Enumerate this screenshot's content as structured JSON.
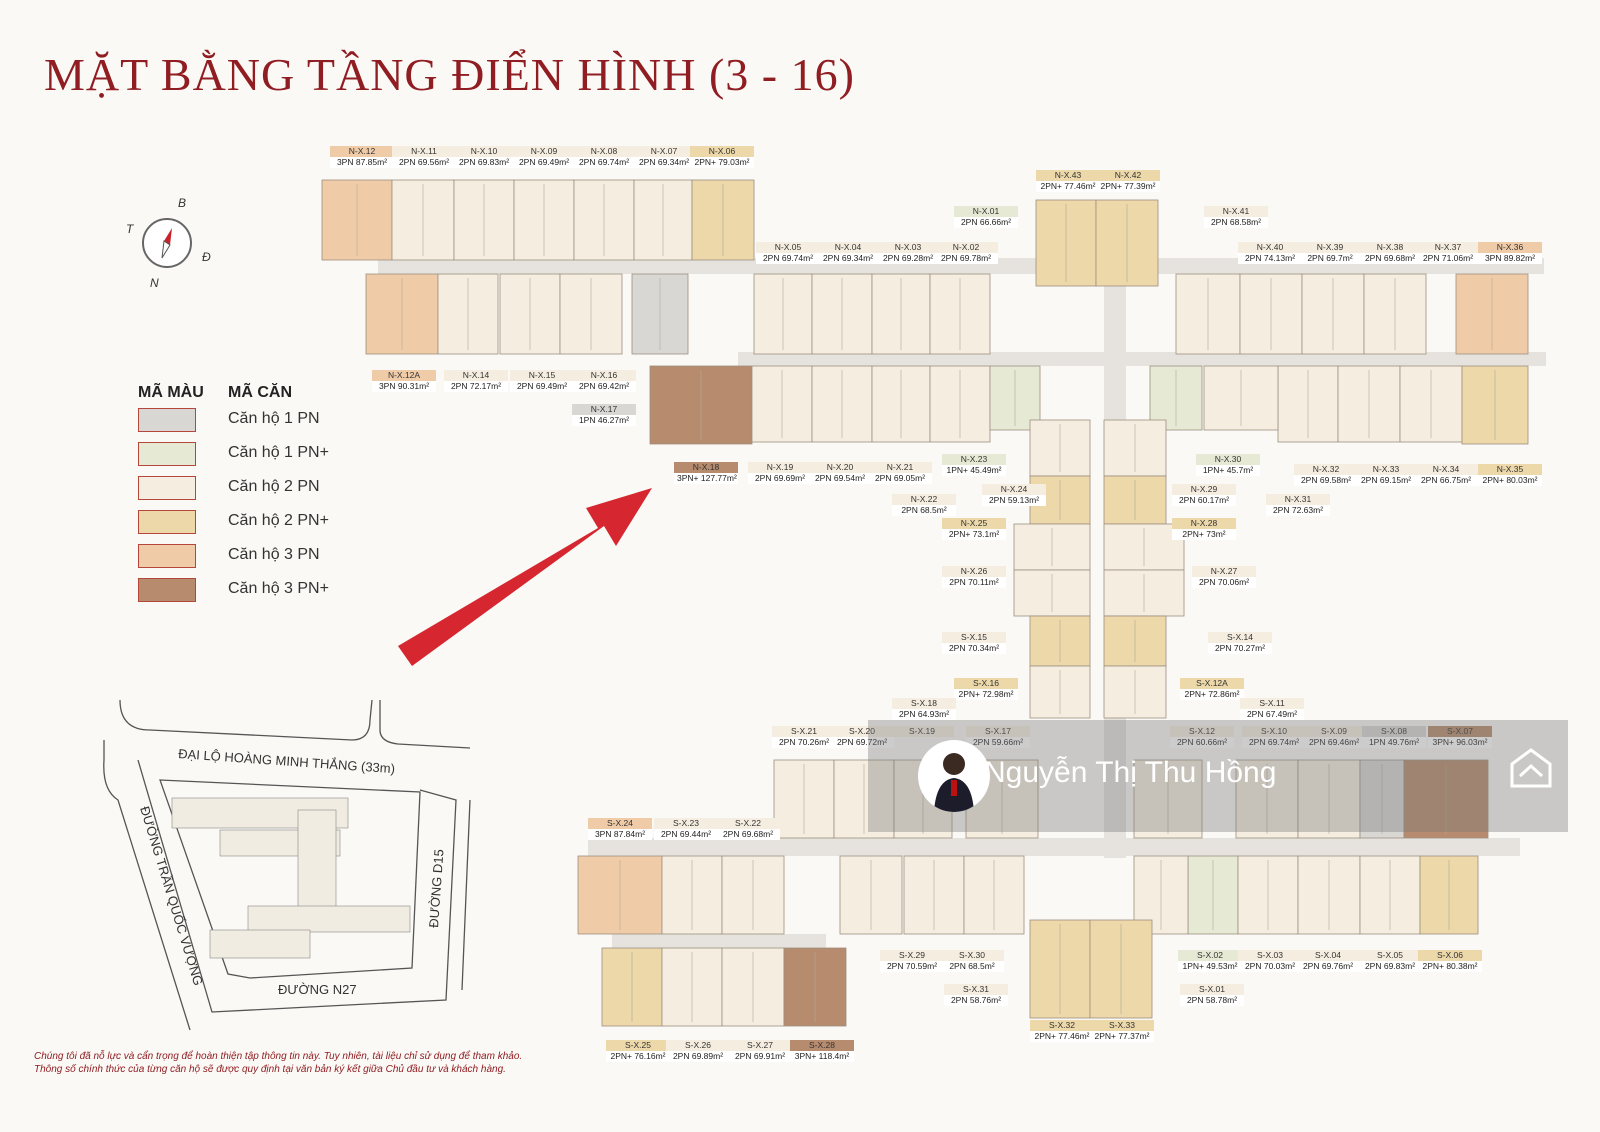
{
  "title": "MẶT BẰNG TẦNG ĐIỂN HÌNH (3 - 16)",
  "compass": {
    "n_top": "B",
    "west": "T",
    "east": "Đ",
    "south": "N"
  },
  "legend": {
    "header_color": "MÃ MÀU",
    "header_code": "MÃ CĂN",
    "items": [
      {
        "label": "Căn hộ 1 PN",
        "color": "#d9d7d4"
      },
      {
        "label": "Căn hộ 1 PN+",
        "color": "#e6ead4"
      },
      {
        "label": "Căn hộ 2 PN",
        "color": "#f5ede0"
      },
      {
        "label": "Căn hộ 2 PN+",
        "color": "#ecd8a9"
      },
      {
        "label": "Căn hộ 3 PN",
        "color": "#f0cba7"
      },
      {
        "label": "Căn hộ 3 PN+",
        "color": "#b78b6d"
      }
    ]
  },
  "site_map": {
    "road_top": "ĐẠI LỘ HOÀNG MINH THẮNG (33m)",
    "road_left": "ĐƯỜNG TRẦN QUỐC VƯỢNG",
    "road_right": "ĐƯỜNG D15",
    "road_bottom": "ĐƯỜNG N27"
  },
  "disclaimer": [
    "Chúng tôi đã nỗ lực và cẩn trọng để hoàn thiện tập thông tin này. Tuy nhiên, tài liệu chỉ sử dụng để tham khảo.",
    "Thông số chính thức của từng căn hộ sẽ được quy định tại văn bản ký kết giữa Chủ đầu tư và khách hàng."
  ],
  "watermark": {
    "name": "Nguyễn Thị Thu Hồng"
  },
  "units": [
    {
      "code": "N-X.12",
      "spec": "3PN 87.85m²",
      "t": "3PN"
    },
    {
      "code": "N-X.11",
      "spec": "2PN 69.56m²",
      "t": "2PN"
    },
    {
      "code": "N-X.10",
      "spec": "2PN 69.83m²",
      "t": "2PN"
    },
    {
      "code": "N-X.09",
      "spec": "2PN 69.49m²",
      "t": "2PN"
    },
    {
      "code": "N-X.08",
      "spec": "2PN 69.74m²",
      "t": "2PN"
    },
    {
      "code": "N-X.07",
      "spec": "2PN 69.34m²",
      "t": "2PN"
    },
    {
      "code": "N-X.06",
      "spec": "2PN+ 79.03m²",
      "t": "2PN+"
    },
    {
      "code": "N-X.43",
      "spec": "2PN+ 77.46m²",
      "t": "2PN+"
    },
    {
      "code": "N-X.42",
      "spec": "2PN+ 77.39m²",
      "t": "2PN+"
    },
    {
      "code": "N-X.01",
      "spec": "2PN 66.66m²",
      "t": "1PN+"
    },
    {
      "code": "N-X.41",
      "spec": "2PN 68.58m²",
      "t": "2PN"
    },
    {
      "code": "N-X.05",
      "spec": "2PN 69.74m²",
      "t": "2PN"
    },
    {
      "code": "N-X.04",
      "spec": "2PN 69.34m²",
      "t": "2PN"
    },
    {
      "code": "N-X.03",
      "spec": "2PN 69.28m²",
      "t": "2PN"
    },
    {
      "code": "N-X.02",
      "spec": "2PN 69.78m²",
      "t": "2PN"
    },
    {
      "code": "N-X.40",
      "spec": "2PN 74.13m²",
      "t": "2PN"
    },
    {
      "code": "N-X.39",
      "spec": "2PN 69.7m²",
      "t": "2PN"
    },
    {
      "code": "N-X.38",
      "spec": "2PN 69.68m²",
      "t": "2PN"
    },
    {
      "code": "N-X.37",
      "spec": "2PN 71.06m²",
      "t": "2PN"
    },
    {
      "code": "N-X.36",
      "spec": "3PN 89.82m²",
      "t": "3PN"
    },
    {
      "code": "N-X.12A",
      "spec": "3PN 90.31m²",
      "t": "3PN"
    },
    {
      "code": "N-X.14",
      "spec": "2PN 72.17m²",
      "t": "2PN"
    },
    {
      "code": "N-X.15",
      "spec": "2PN 69.49m²",
      "t": "2PN"
    },
    {
      "code": "N-X.16",
      "spec": "2PN 69.42m²",
      "t": "2PN"
    },
    {
      "code": "N-X.17",
      "spec": "1PN 46.27m²",
      "t": "1PN"
    },
    {
      "code": "N-X.18",
      "spec": "3PN+ 127.77m²",
      "t": "3PN+"
    },
    {
      "code": "N-X.19",
      "spec": "2PN 69.69m²",
      "t": "2PN"
    },
    {
      "code": "N-X.20",
      "spec": "2PN 69.54m²",
      "t": "2PN"
    },
    {
      "code": "N-X.21",
      "spec": "2PN 69.05m²",
      "t": "2PN"
    },
    {
      "code": "N-X.22",
      "spec": "2PN 68.5m²",
      "t": "2PN"
    },
    {
      "code": "N-X.23",
      "spec": "1PN+ 45.49m²",
      "t": "1PN+"
    },
    {
      "code": "N-X.30",
      "spec": "1PN+ 45.7m²",
      "t": "1PN+"
    },
    {
      "code": "N-X.24",
      "spec": "2PN 59.13m²",
      "t": "2PN"
    },
    {
      "code": "N-X.29",
      "spec": "2PN 60.17m²",
      "t": "2PN"
    },
    {
      "code": "N-X.32",
      "spec": "2PN 69.58m²",
      "t": "2PN"
    },
    {
      "code": "N-X.33",
      "spec": "2PN 69.15m²",
      "t": "2PN"
    },
    {
      "code": "N-X.34",
      "spec": "2PN 66.75m²",
      "t": "2PN"
    },
    {
      "code": "N-X.35",
      "spec": "2PN+ 80.03m²",
      "t": "2PN+"
    },
    {
      "code": "N-X.31",
      "spec": "2PN 72.63m²",
      "t": "2PN"
    },
    {
      "code": "N-X.25",
      "spec": "2PN+ 73.1m²",
      "t": "2PN+"
    },
    {
      "code": "N-X.28",
      "spec": "2PN+ 73m²",
      "t": "2PN+"
    },
    {
      "code": "N-X.26",
      "spec": "2PN 70.11m²",
      "t": "2PN"
    },
    {
      "code": "N-X.27",
      "spec": "2PN 70.06m²",
      "t": "2PN"
    },
    {
      "code": "S-X.15",
      "spec": "2PN 70.34m²",
      "t": "2PN"
    },
    {
      "code": "S-X.14",
      "spec": "2PN 70.27m²",
      "t": "2PN"
    },
    {
      "code": "S-X.16",
      "spec": "2PN+ 72.98m²",
      "t": "2PN+"
    },
    {
      "code": "S-X.12A",
      "spec": "2PN+ 72.86m²",
      "t": "2PN+"
    },
    {
      "code": "S-X.18",
      "spec": "2PN 64.93m²",
      "t": "2PN"
    },
    {
      "code": "S-X.11",
      "spec": "2PN 67.49m²",
      "t": "2PN"
    },
    {
      "code": "S-X.21",
      "spec": "2PN 70.26m²",
      "t": "2PN"
    },
    {
      "code": "S-X.20",
      "spec": "2PN 69.72m²",
      "t": "2PN"
    },
    {
      "code": "S-X.19",
      "spec": "",
      "t": "2PN"
    },
    {
      "code": "S-X.17",
      "spec": "2PN 59.66m²",
      "t": "2PN"
    },
    {
      "code": "S-X.12",
      "spec": "2PN 60.66m²",
      "t": "2PN"
    },
    {
      "code": "S-X.10",
      "spec": "2PN 69.74m²",
      "t": "2PN"
    },
    {
      "code": "S-X.09",
      "spec": "2PN 69.46m²",
      "t": "2PN"
    },
    {
      "code": "S-X.08",
      "spec": "1PN 49.76m²",
      "t": "1PN"
    },
    {
      "code": "S-X.07",
      "spec": "3PN+ 96.03m²",
      "t": "3PN+"
    },
    {
      "code": "S-X.24",
      "spec": "3PN 87.84m²",
      "t": "3PN"
    },
    {
      "code": "S-X.23",
      "spec": "2PN 69.44m²",
      "t": "2PN"
    },
    {
      "code": "S-X.22",
      "spec": "2PN 69.68m²",
      "t": "2PN"
    },
    {
      "code": "S-X.29",
      "spec": "2PN 70.59m²",
      "t": "2PN"
    },
    {
      "code": "S-X.30",
      "spec": "2PN 68.5m²",
      "t": "2PN"
    },
    {
      "code": "S-X.31",
      "spec": "2PN 58.76m²",
      "t": "2PN"
    },
    {
      "code": "S-X.02",
      "spec": "1PN+ 49.53m²",
      "t": "1PN+"
    },
    {
      "code": "S-X.03",
      "spec": "2PN 70.03m²",
      "t": "2PN"
    },
    {
      "code": "S-X.04",
      "spec": "2PN 69.76m²",
      "t": "2PN"
    },
    {
      "code": "S-X.05",
      "spec": "2PN 69.83m²",
      "t": "2PN"
    },
    {
      "code": "S-X.06",
      "spec": "2PN+ 80.38m²",
      "t": "2PN+"
    },
    {
      "code": "S-X.01",
      "spec": "2PN 58.78m²",
      "t": "2PN"
    },
    {
      "code": "S-X.32",
      "spec": "2PN+ 77.46m²",
      "t": "2PN+"
    },
    {
      "code": "S-X.33",
      "spec": "2PN+ 77.37m²",
      "t": "2PN+"
    },
    {
      "code": "S-X.25",
      "spec": "2PN+ 76.16m²",
      "t": "2PN+"
    },
    {
      "code": "S-X.26",
      "spec": "2PN 69.89m²",
      "t": "2PN"
    },
    {
      "code": "S-X.27",
      "spec": "2PN 69.91m²",
      "t": "2PN"
    },
    {
      "code": "S-X.28",
      "spec": "3PN+ 118.4m²",
      "t": "3PN+"
    }
  ]
}
